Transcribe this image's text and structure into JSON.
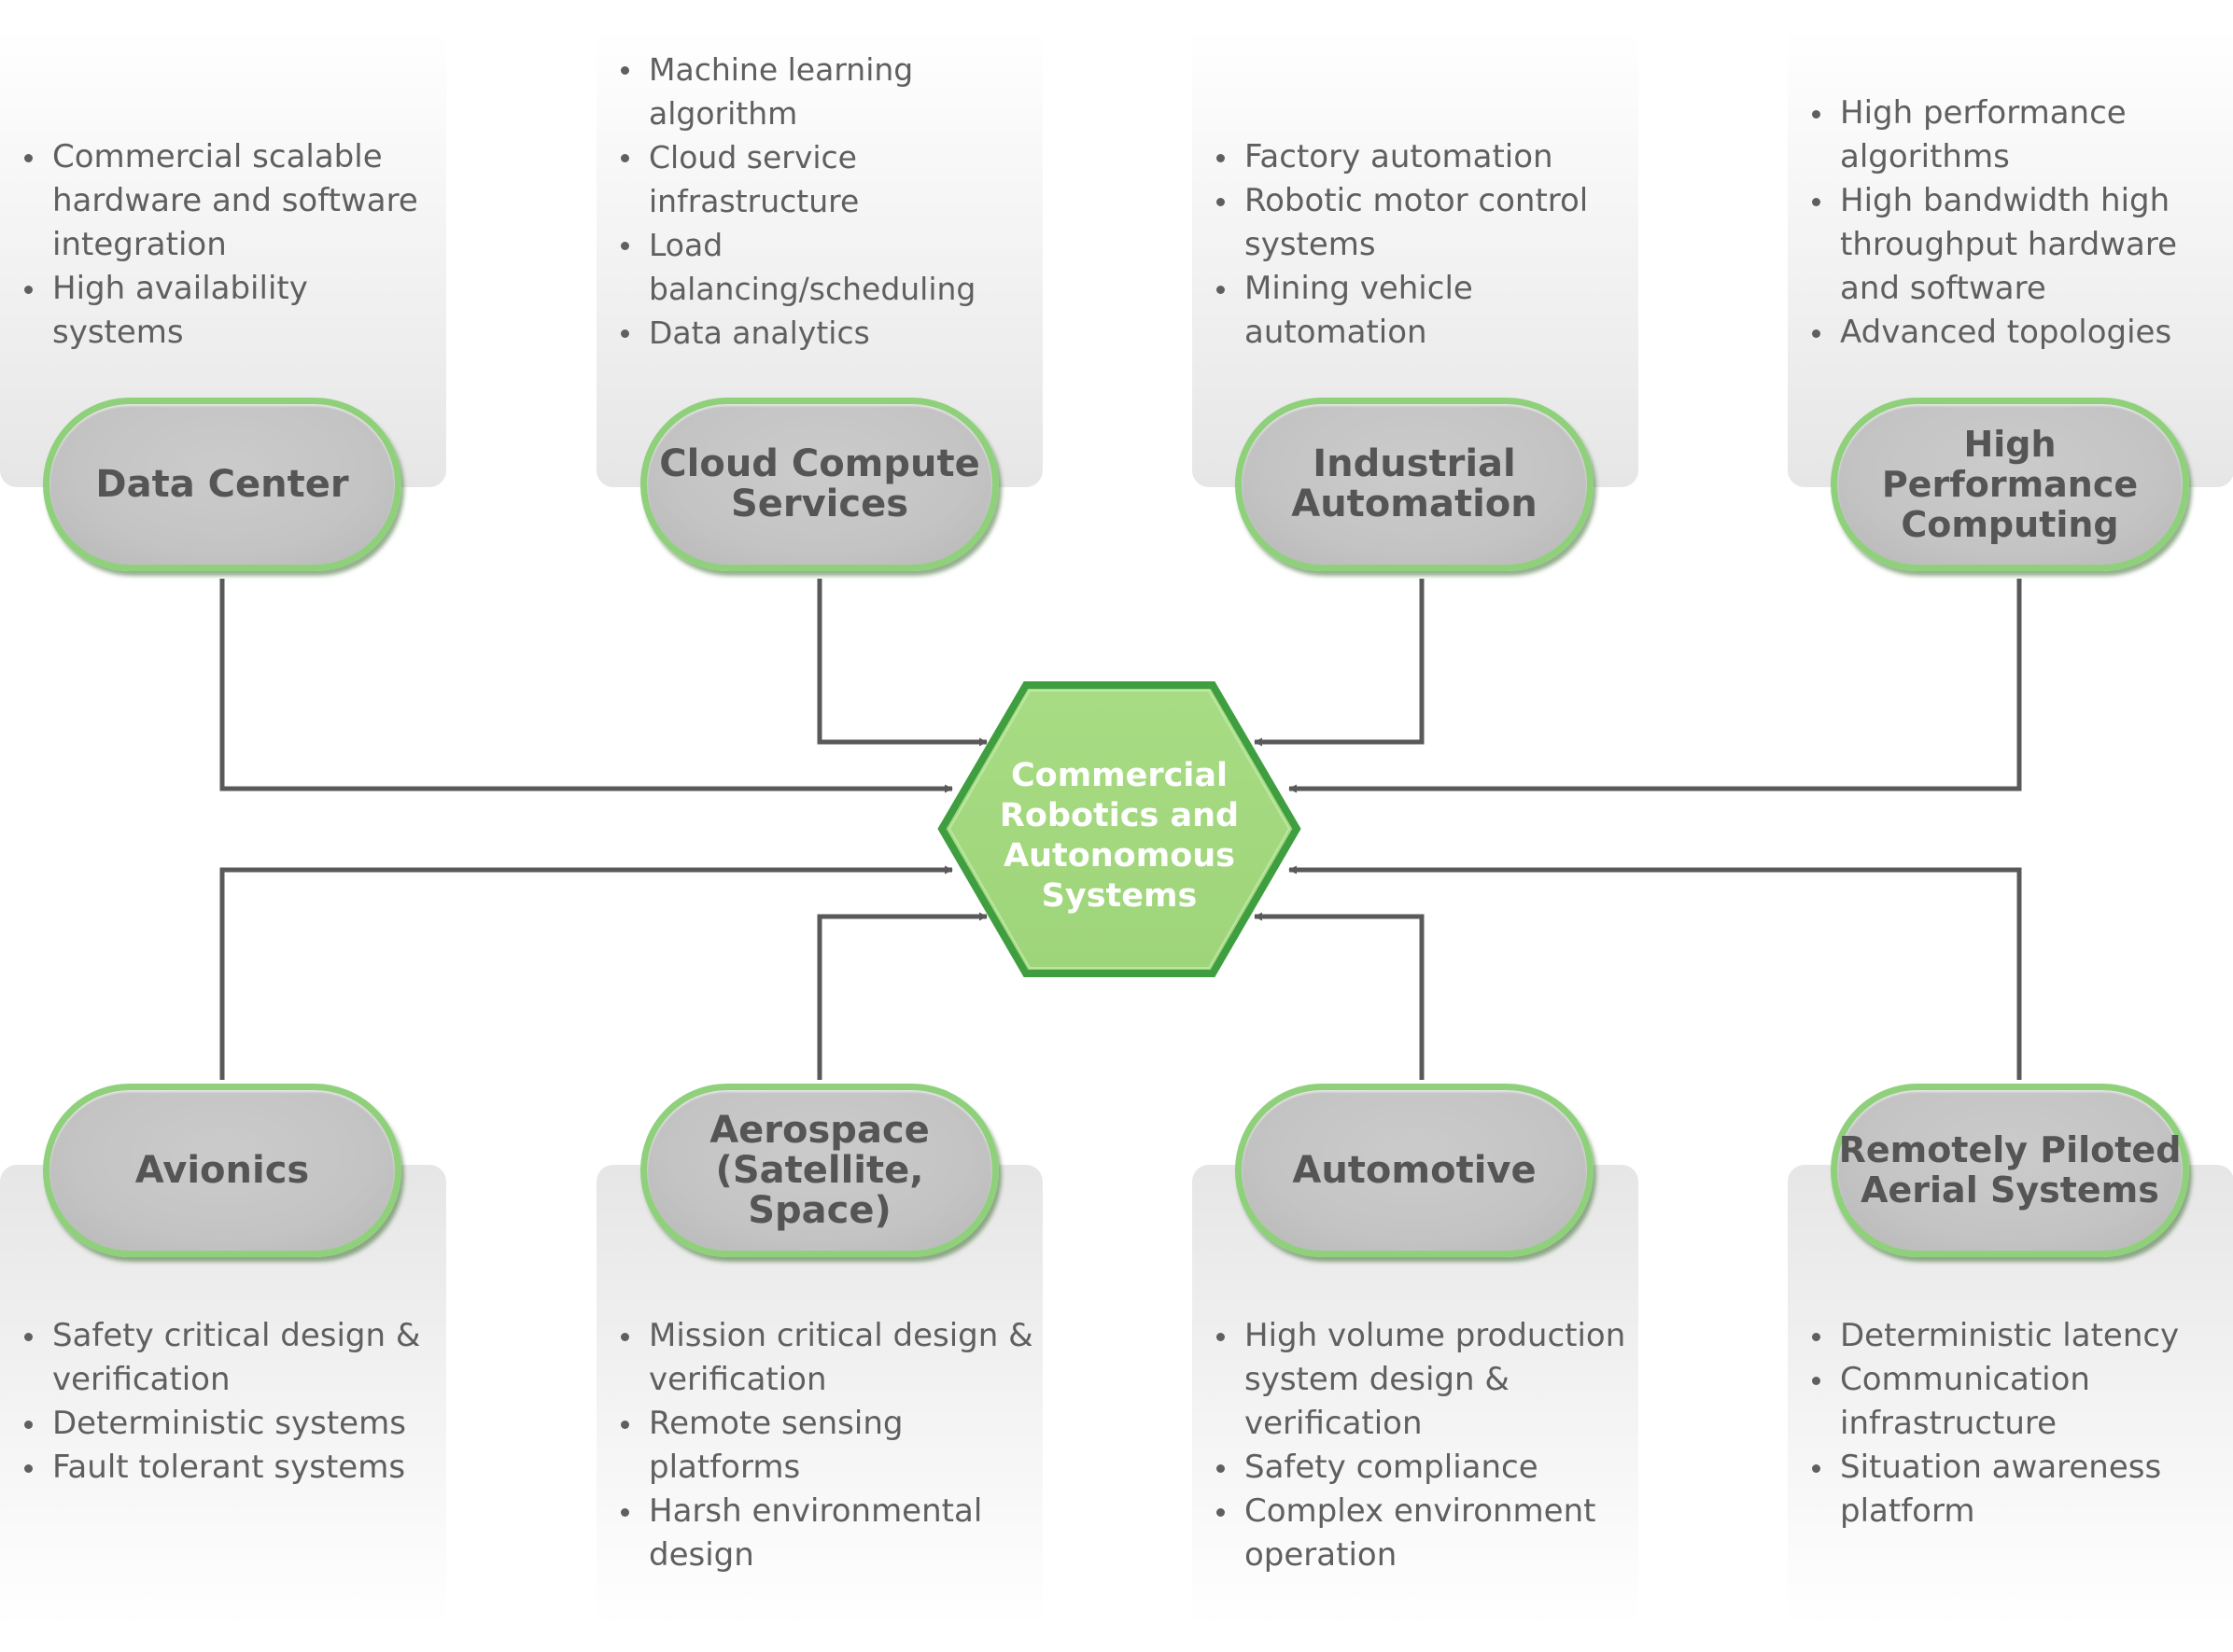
{
  "hub": {
    "label": "Commercial\nRobotics and\nAutonomous\nSystems",
    "fill_color": "#a3d97f",
    "border_color": "#3f9e3f"
  },
  "colors": {
    "pill_border": "#8fd07b",
    "pill_fill": "#c4c4c4",
    "connector": "#595959",
    "text": "#5f5f5f"
  },
  "top_nodes": [
    {
      "title": "Data Center",
      "bullets": [
        "Commercial scalable hardware and software integration",
        "High availability systems"
      ]
    },
    {
      "title": "Cloud Compute\nServices",
      "bullets": [
        "Machine learning algorithm",
        "Cloud service infrastructure",
        "Load balancing/scheduling",
        "Data analytics"
      ]
    },
    {
      "title": "Industrial\nAutomation",
      "bullets": [
        "Factory automation",
        "Robotic motor control systems",
        "Mining vehicle automation"
      ]
    },
    {
      "title": "High Performance\nComputing",
      "bullets": [
        "High performance algorithms",
        "High bandwidth high throughput hardware and software",
        "Advanced topologies"
      ]
    }
  ],
  "bottom_nodes": [
    {
      "title": "Avionics",
      "bullets": [
        "Safety critical design & verification",
        "Deterministic systems",
        "Fault tolerant systems"
      ]
    },
    {
      "title": "Aerospace\n(Satellite, Space)",
      "bullets": [
        "Mission critical design & verification",
        "Remote sensing platforms",
        "Harsh environmental design"
      ]
    },
    {
      "title": "Automotive",
      "bullets": [
        "High volume production system design & verification",
        "Safety compliance",
        "Complex environment operation"
      ]
    },
    {
      "title": "Remotely Piloted\nAerial Systems",
      "bullets": [
        "Deterministic latency",
        "Communication infrastructure",
        "Situation awareness platform"
      ]
    }
  ]
}
